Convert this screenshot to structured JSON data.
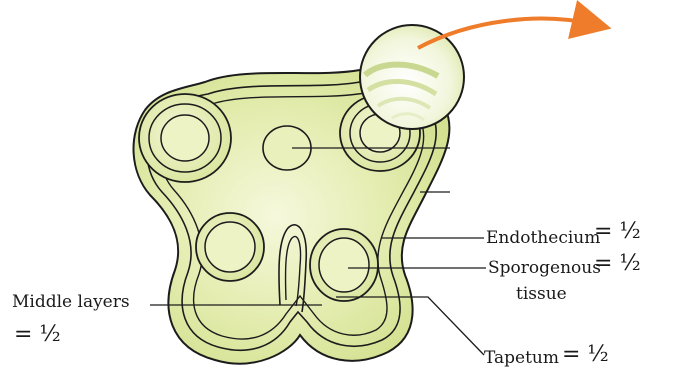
{
  "labels": {
    "endothecium": "Endothecium",
    "endothecium_score": "= ½",
    "sporogenous_line1": "Sporogenous",
    "sporogenous_line2": "tissue",
    "sporogenous_score": "= ½",
    "middle_layers": "Middle layers",
    "middle_layers_score": "= ½",
    "tapetum": "Tapetum",
    "tapetum_score": "= ½"
  },
  "colors": {
    "tissue_fill": "#dfe9a6",
    "tissue_light": "#f1f4cf",
    "outline": "#1c1c1c",
    "arrow": "#ef7c2a"
  }
}
